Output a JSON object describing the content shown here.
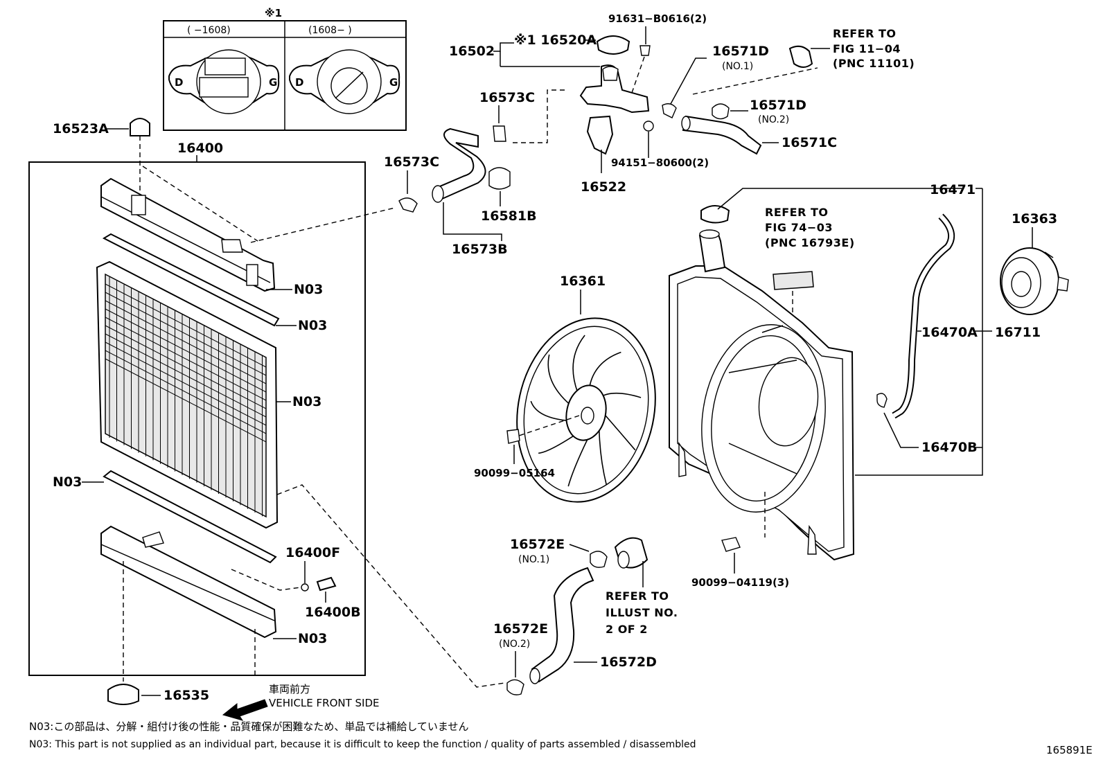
{
  "header": {
    "variant_mark": "※1",
    "variant_left": "(      −1608)",
    "variant_right": "(1608−       )"
  },
  "parts": {
    "p16523A": "16523A",
    "p16400": "16400",
    "p16502": "16502",
    "p16520A": "※1 16520A",
    "p91631": "91631−B0616(2)",
    "p16571D_1": "16571D",
    "p16571D_1_sub": "(NO.1)",
    "p16571D_2": "16571D",
    "p16571D_2_sub": "(NO.2)",
    "p16571C": "16571C",
    "p16573C_a": "16573C",
    "p16573C_b": "16573C",
    "p16581B": "16581B",
    "p16573B": "16573B",
    "p94151": "94151−80600(2)",
    "p16522": "16522",
    "p16471": "16471",
    "p16363": "16363",
    "p16361": "16361",
    "p16470A": "16470A",
    "p16711": "16711",
    "p16470B": "16470B",
    "p90099_05164": "90099−05164",
    "p90099_04119": "90099−04119(3)",
    "pN03_1": "N03",
    "pN03_2": "N03",
    "pN03_3": "N03",
    "pN03_4": "N03",
    "pN03_5": "N03",
    "p16400F": "16400F",
    "p16400B": "16400B",
    "p16535": "16535",
    "p16572E_1": "16572E",
    "p16572E_1_sub": "(NO.1)",
    "p16572E_2": "16572E",
    "p16572E_2_sub": "(NO.2)",
    "p16572D": "16572D"
  },
  "refs": {
    "ref1_l1": "REFER TO",
    "ref1_l2": "FIG 11−04",
    "ref1_l3": "(PNC 11101)",
    "ref2_l1": "REFER TO",
    "ref2_l2": "FIG 74−03",
    "ref2_l3": "(PNC 16793E)",
    "ref3_l1": "REFER TO",
    "ref3_l2": "ILLUST NO.",
    "ref3_l3": "2 OF 2"
  },
  "direction": {
    "jp": "車両前方",
    "en": "VEHICLE FRONT SIDE"
  },
  "footnotes": {
    "jp": "N03:この部品は、分解・組付け後の性能・品質確保が困難なため、単品では補給していません",
    "en": "N03: This part is not supplied as an individual part, because it is difficult to keep the function / quality of parts assembled / disassembled"
  },
  "figure_id": "165891E"
}
